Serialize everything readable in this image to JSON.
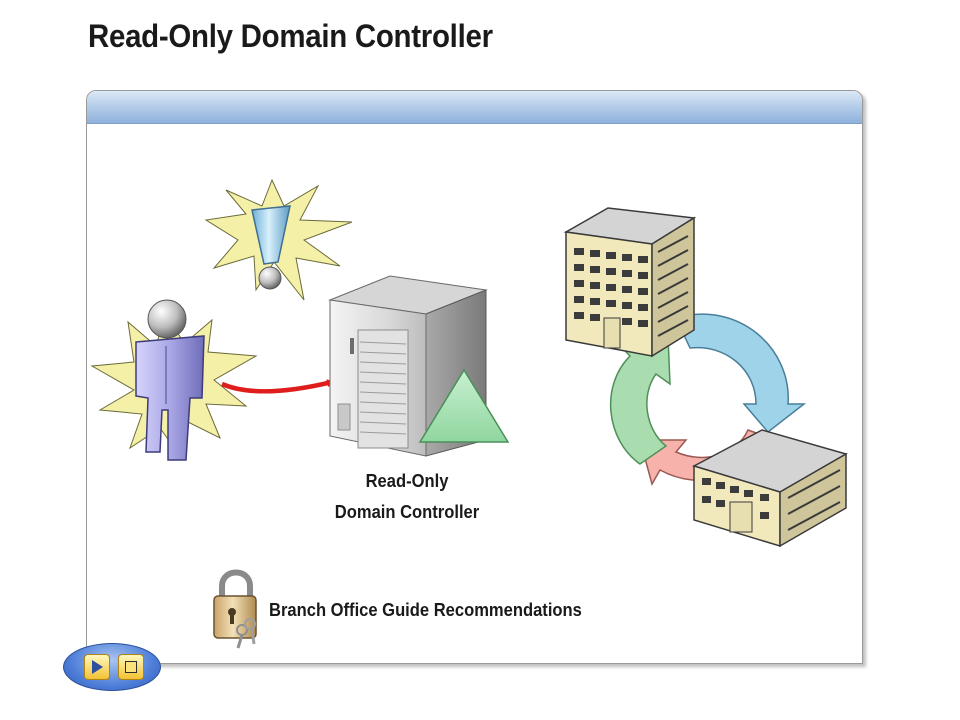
{
  "slide": {
    "title": "Read-Only Domain Controller"
  },
  "diagram": {
    "server_label_line1": "Read-Only",
    "server_label_line2": "Domain Controller",
    "recommendations_label": "Branch Office Guide Recommendations",
    "icons": {
      "user": "person-icon",
      "alert": "exclamation-icon",
      "server": "server-tower-icon",
      "rodc_marker": "triangle-icon",
      "hub_site": "office-building-icon",
      "branch_site": "branch-building-icon",
      "replication": "replication-cycle-icon",
      "security": "padlock-icon"
    }
  },
  "navigation": {
    "buttons": [
      "play-icon",
      "stop-icon"
    ]
  },
  "colors": {
    "band": "#8fb1dc",
    "starburst": "#f5f0a8",
    "arrow": "#e62222",
    "triangle": "#a8e2b4",
    "cycle_blue": "#9fd3ea",
    "cycle_green": "#a9dcae",
    "cycle_pink": "#f6b2ab",
    "building": "#f1e8bb",
    "person": "#a9a7e6"
  }
}
